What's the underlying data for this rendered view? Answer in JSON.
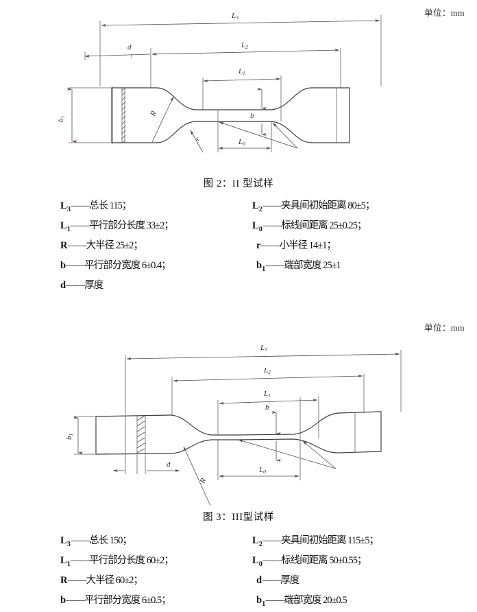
{
  "page": {
    "unit_note": "单位：mm"
  },
  "figure2": {
    "caption": "图 2：II 型试样",
    "unit_note": "单位：mm",
    "dimension_labels": {
      "overall": "L",
      "overall_sub": "3",
      "grip": "L",
      "grip_sub": "2",
      "parallel": "L",
      "parallel_sub": "1",
      "gauge": "L",
      "gauge_sub": "0",
      "width": "b",
      "end_width": "b",
      "end_width_sub": "1",
      "thickness": "d",
      "major_radius": "R",
      "minor_radius": "r"
    },
    "specs": [
      {
        "left": {
          "symbol": "L",
          "subscript": "3",
          "text": "——总长 115；"
        },
        "right": {
          "symbol": "L",
          "subscript": "2",
          "text": "——夹具间初始距离 80±5；"
        }
      },
      {
        "left": {
          "symbol": "L",
          "subscript": "1",
          "text": "——平行部分长度 33±2；"
        },
        "right": {
          "symbol": "L",
          "subscript": "0",
          "text": "——标线间距离 25±0.25；"
        }
      },
      {
        "left": {
          "symbol": "R",
          "subscript": "",
          "text": "——大半径 25±2；"
        },
        "right": {
          "symbol": "r",
          "subscript": "",
          "text": "——小半径 14±1；"
        }
      },
      {
        "left": {
          "symbol": "b",
          "subscript": "",
          "text": "——平行部分宽度 6±0.4；"
        },
        "right": {
          "symbol": "b",
          "subscript": "1",
          "text": "——端部宽度 25±1"
        }
      },
      {
        "left": {
          "symbol": "d",
          "subscript": "",
          "text": "——厚度"
        },
        "right": {
          "symbol": "",
          "subscript": "",
          "text": ""
        }
      }
    ]
  },
  "figure3": {
    "caption": "图 3：III型试样",
    "unit_note": "单位：mm",
    "dimension_labels": {
      "overall": "L",
      "overall_sub": "3",
      "grip": "L",
      "grip_sub": "2",
      "parallel": "L",
      "parallel_sub": "1",
      "gauge": "L",
      "gauge_sub": "0",
      "width": "b",
      "end_width": "b",
      "end_width_sub": "1",
      "thickness": "d",
      "major_radius": "R"
    },
    "specs": [
      {
        "left": {
          "symbol": "L",
          "subscript": "3",
          "text": "——总长 150；"
        },
        "right": {
          "symbol": "L",
          "subscript": "2",
          "text": "——夹具间初始距离 115±5；"
        }
      },
      {
        "left": {
          "symbol": "L",
          "subscript": "1",
          "text": "——平行部分长度 60±2；"
        },
        "right": {
          "symbol": "L",
          "subscript": "0",
          "text": "——标线间距离 50±0.55；"
        }
      },
      {
        "left": {
          "symbol": "R",
          "subscript": "",
          "text": "——大半径 60±2；"
        },
        "right": {
          "symbol": "d",
          "subscript": "",
          "text": "——厚度"
        }
      },
      {
        "left": {
          "symbol": "b",
          "subscript": "",
          "text": "——平行部分宽度 6±0.5；"
        },
        "right": {
          "symbol": "b",
          "subscript": "1",
          "text": "——端部宽度 20±0.5"
        }
      }
    ]
  }
}
